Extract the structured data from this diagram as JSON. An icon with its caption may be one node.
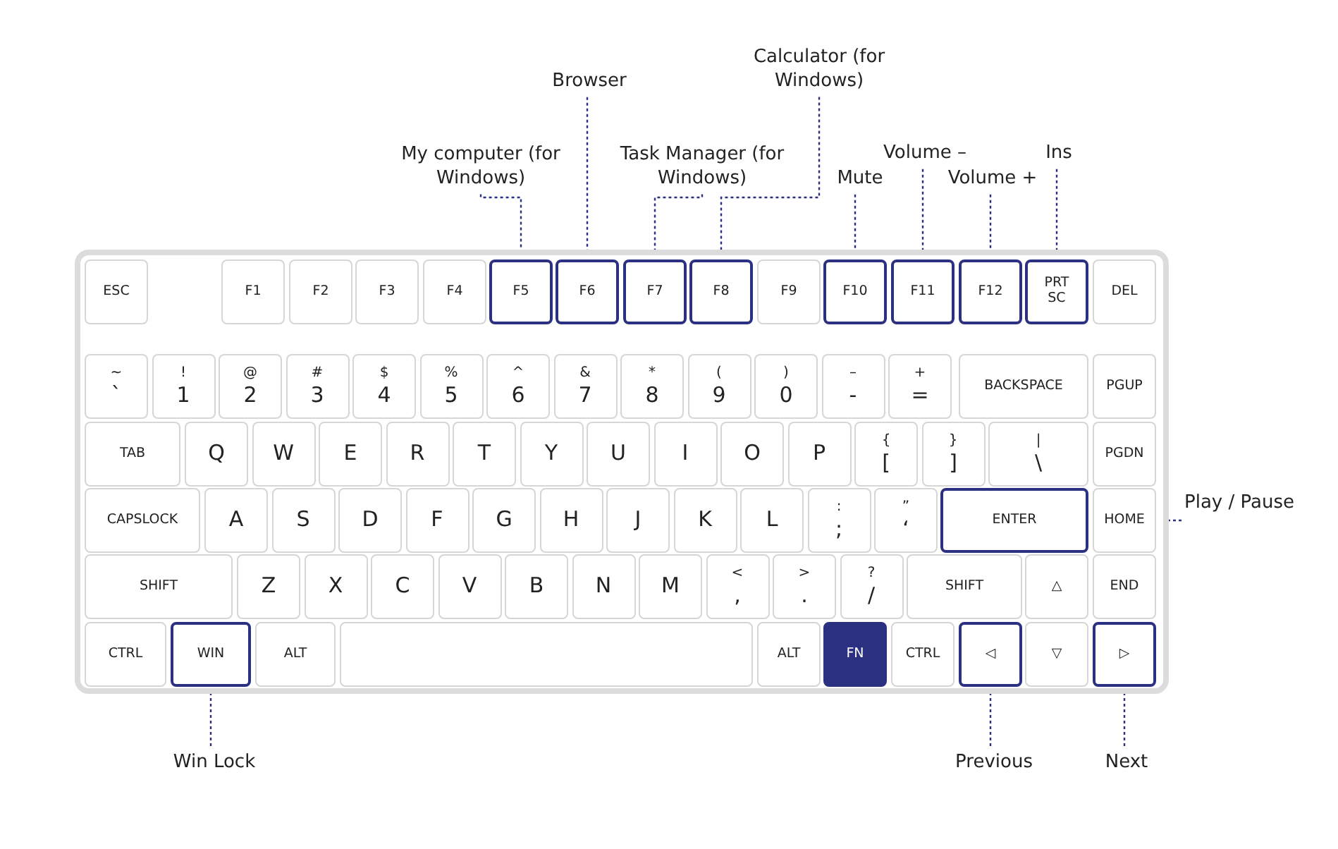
{
  "diagram": {
    "nodes": [
      {
        "text": [
          "Calculator (for Windows)"
        ]
      },
      {
        "text": [
          "Browser"
        ]
      },
      {
        "text": [
          "My computer (for Windows)"
        ]
      },
      {
        "text": [
          "Task Manager (for Windows)"
        ]
      },
      {
        "text": [
          "Volume –"
        ]
      },
      {
        "text": [
          "Ins"
        ]
      },
      {
        "text": [
          "Mute"
        ]
      },
      {
        "text": [
          "Volume +"
        ]
      },
      {
        "text": [],
        "shape": "box"
      },
      {
        "text": [
          "ESC"
        ],
        "in": 8
      },
      {
        "text": [
          "F1"
        ],
        "in": 8
      },
      {
        "text": [
          "F2"
        ],
        "in": 8
      },
      {
        "text": [
          "F3"
        ],
        "in": 8
      },
      {
        "text": [
          "F4"
        ],
        "in": 8
      },
      {
        "text": [
          "F5"
        ],
        "in": 8
      },
      {
        "text": [
          "F6"
        ],
        "in": 8
      },
      {
        "text": [
          "F7"
        ],
        "in": 8
      },
      {
        "text": [
          "F8"
        ],
        "in": 8
      },
      {
        "text": [
          "F9"
        ],
        "in": 8
      },
      {
        "text": [
          "F10"
        ],
        "in": 8
      },
      {
        "text": [
          "F11"
        ],
        "in": 8
      },
      {
        "text": [
          "F12"
        ],
        "in": 8
      },
      {
        "text": [
          "PRT SC"
        ],
        "in": 8
      },
      {
        "text": [
          "DEL"
        ],
        "in": 8
      },
      {
        "text": [
          "~",
          "`"
        ],
        "in": 8
      },
      {
        "text": [
          "!",
          "1"
        ],
        "in": 8
      },
      {
        "text": [
          "@",
          "2"
        ],
        "in": 8
      },
      {
        "text": [
          "#",
          "3"
        ],
        "in": 8
      },
      {
        "text": [
          "$",
          "4"
        ],
        "in": 8
      },
      {
        "text": [
          "%",
          "5"
        ],
        "in": 8
      },
      {
        "text": [
          "^",
          "6"
        ],
        "in": 8
      },
      {
        "text": [
          "&",
          "7"
        ],
        "in": 8
      },
      {
        "text": [
          "*",
          "8"
        ],
        "in": 8
      },
      {
        "text": [
          "(",
          "9"
        ],
        "in": 8
      },
      {
        "text": [
          ")",
          "0"
        ],
        "in": 8
      },
      {
        "text": [
          "–",
          "-"
        ],
        "in": 8
      },
      {
        "text": [
          "+",
          "="
        ],
        "in": 8
      },
      {
        "text": [
          "BACKSPACE"
        ],
        "in": 8
      },
      {
        "text": [
          "PGUP"
        ],
        "in": 8
      },
      {
        "text": [
          "TAB"
        ],
        "in": 8
      },
      {
        "text": [
          "Q"
        ],
        "in": 8
      },
      {
        "text": [
          "W"
        ],
        "in": 8
      },
      {
        "text": [
          "E"
        ],
        "in": 8
      },
      {
        "text": [
          "R"
        ],
        "in": 8
      },
      {
        "text": [
          "T"
        ],
        "in": 8
      },
      {
        "text": [
          "Y"
        ],
        "in": 8
      },
      {
        "text": [
          "U"
        ],
        "in": 8
      },
      {
        "text": [
          "I"
        ],
        "in": 8
      },
      {
        "text": [
          "O"
        ],
        "in": 8
      },
      {
        "text": [
          "P"
        ],
        "in": 8
      },
      {
        "text": [
          "{",
          "["
        ],
        "in": 8
      },
      {
        "text": [
          "}",
          "]"
        ],
        "in": 8
      },
      {
        "text": [
          "|",
          "\\"
        ],
        "in": 8
      },
      {
        "text": [
          "PGDN"
        ],
        "in": 8
      },
      {
        "text": [
          "CAPSLOCK"
        ],
        "in": 8
      },
      {
        "text": [
          "A"
        ],
        "in": 8
      },
      {
        "text": [
          "S"
        ],
        "in": 8
      },
      {
        "text": [
          "D"
        ],
        "in": 8
      },
      {
        "text": [
          "F"
        ],
        "in": 8
      },
      {
        "text": [
          "G"
        ],
        "in": 8
      },
      {
        "text": [
          "H"
        ],
        "in": 8
      },
      {
        "text": [
          "J"
        ],
        "in": 8
      },
      {
        "text": [
          "K"
        ],
        "in": 8
      },
      {
        "text": [
          "L"
        ],
        "in": 8
      },
      {
        "text": [
          ":",
          ";"
        ],
        "in": 8
      },
      {
        "text": [
          "”",
          "‘"
        ],
        "in": 8
      },
      {
        "text": [
          "ENTER"
        ],
        "in": 8
      },
      {
        "text": [
          "HOME"
        ],
        "in": 8
      },
      {
        "text": [
          "SHIFT"
        ],
        "in": 8
      },
      {
        "text": [
          "Z"
        ],
        "in": 8
      },
      {
        "text": [
          "X"
        ],
        "in": 8
      },
      {
        "text": [
          "C"
        ],
        "in": 8
      },
      {
        "text": [
          "V"
        ],
        "in": 8
      },
      {
        "text": [
          "B"
        ],
        "in": 8
      },
      {
        "text": [
          "N"
        ],
        "in": 8
      },
      {
        "text": [
          "M"
        ],
        "in": 8
      },
      {
        "text": [
          "<",
          ","
        ],
        "in": 8
      },
      {
        "text": [
          ">",
          "."
        ],
        "in": 8
      },
      {
        "text": [
          "?",
          "/"
        ],
        "in": 8
      },
      {
        "text": [
          "SHIFT"
        ],
        "in": 8
      },
      {
        "text": [
          "△"
        ],
        "in": 8
      },
      {
        "text": [
          "END"
        ],
        "in": 8
      },
      {
        "text": [
          "CTRL"
        ],
        "in": 8
      },
      {
        "text": [
          "WIN"
        ],
        "in": 8
      },
      {
        "text": [
          "ALT"
        ],
        "in": 8
      },
      {
        "text": [],
        "shape": "box",
        "in": 8
      },
      {
        "text": [
          "ALT"
        ],
        "in": 8
      },
      {
        "text": [
          "FN"
        ],
        "in": 8
      },
      {
        "text": [
          "CTRL"
        ],
        "in": 8
      },
      {
        "text": [
          "◁"
        ],
        "in": 8
      },
      {
        "text": [
          "▽"
        ],
        "in": 8
      },
      {
        "text": [
          "▷"
        ],
        "in": 8
      },
      {
        "text": [
          "Play / Pause"
        ]
      },
      {
        "text": [
          "Win Lock"
        ]
      },
      {
        "text": [
          "Previous"
        ]
      },
      {
        "text": [
          "Next"
        ]
      }
    ],
    "edges": [
      {
        "from": 0,
        "to": 17,
        "arrow": "none"
      },
      {
        "from": 1,
        "to": 15,
        "arrow": "none"
      },
      {
        "from": 2,
        "to": 14,
        "arrow": "none"
      },
      {
        "from": 3,
        "to": 16,
        "arrow": "none"
      },
      {
        "from": 4,
        "to": 20,
        "arrow": "none"
      },
      {
        "from": 5,
        "to": 22,
        "arrow": "none"
      },
      {
        "from": 6,
        "to": 19,
        "arrow": "none"
      },
      {
        "from": 7,
        "to": 21,
        "arrow": "none"
      },
      {
        "from": 92,
        "to": 66,
        "arrow": "none"
      },
      {
        "from": 93,
        "to": 83,
        "arrow": "none"
      },
      {
        "from": 94,
        "to": 89,
        "arrow": "none"
      },
      {
        "from": 95,
        "to": 91,
        "arrow": "none"
      }
    ]
  }
}
